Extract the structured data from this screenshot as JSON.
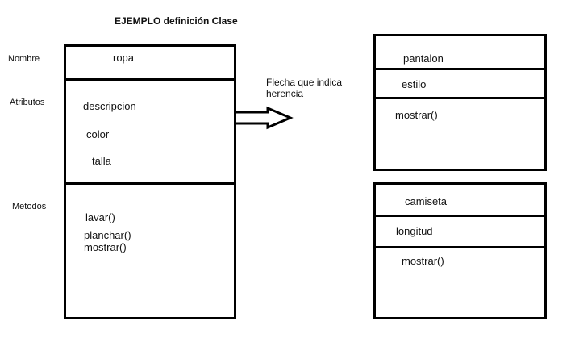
{
  "title": "EJEMPLO definición Clase",
  "labels": {
    "nombre": "Nombre",
    "atributos": "Atributos",
    "metodos": "Metodos"
  },
  "base_class": {
    "name": "ropa",
    "attributes": [
      "descripcion",
      "color",
      "talla"
    ],
    "methods": [
      "lavar()",
      "planchar()",
      "mostrar()"
    ]
  },
  "arrow_note": "Flecha que indica herencia",
  "subclasses": [
    {
      "name": "pantalon",
      "attribute": "estilo",
      "method": "mostrar()"
    },
    {
      "name": "camiseta",
      "attribute": "longitud",
      "method": "mostrar()"
    }
  ]
}
